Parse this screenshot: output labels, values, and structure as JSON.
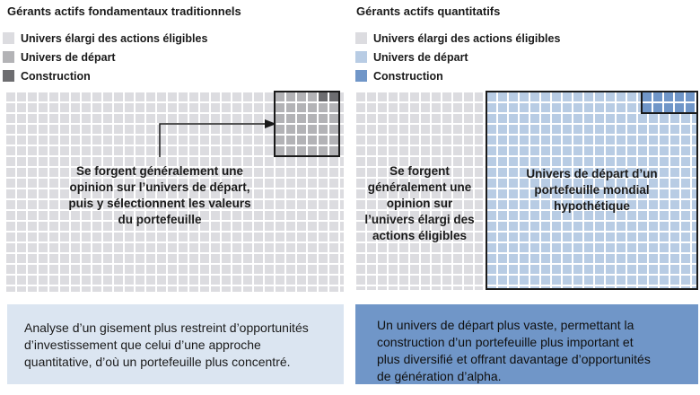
{
  "colors": {
    "cell_light_gray": "#dcdce0",
    "cell_mid_gray": "#b3b3b6",
    "cell_dark_gray": "#6d6d70",
    "cell_light_blue": "#b8cce4",
    "cell_dark_blue": "#7096c8",
    "box_left_bg": "#dbe5f1",
    "box_right_bg": "#7096c8",
    "grid_gap": "#ffffff",
    "border_dark": "#1a1a1a",
    "text": "#1a1a1a"
  },
  "left_panel": {
    "title": "Gérants actifs fondamentaux traditionnels",
    "legend": [
      {
        "label": "Univers élargi des actions éligibles",
        "swatch_color": "#dcdce0"
      },
      {
        "label": "Univers de départ",
        "swatch_color": "#b3b3b6"
      },
      {
        "label": "Construction",
        "swatch_color": "#6d6d70"
      }
    ],
    "grid_caption": "Se forgent généralement une\nopinion sur l’univers de départ,\npuis y sélectionnent les valeurs\ndu portefeuille",
    "footer_note": "Analyse d’un gisement plus restreint d’opportunités\nd’investissement que celui d’une approche\nquantitative, d’où un portefeuille plus concentré."
  },
  "right_panel": {
    "title": "Gérants actifs quantitatifs",
    "legend": [
      {
        "label": "Univers élargi des actions éligibles",
        "swatch_color": "#dcdce0"
      },
      {
        "label": "Univers de départ",
        "swatch_color": "#b8cce4"
      },
      {
        "label": "Construction",
        "swatch_color": "#7096c8"
      }
    ],
    "gray_caption": "Se forgent\ngénéralement une\nopinion sur\nl’univers élargi des\nactions éligibles",
    "blue_caption": "Univers de départ d’un\nportefeuille mondial\nhypothétique",
    "footer_note": "Un univers de départ plus vaste, permettant la\nconstruction d’un portefeuille plus important et\nplus diversifié et offrant davantage d’opportunités\nde génération d’alpha."
  }
}
